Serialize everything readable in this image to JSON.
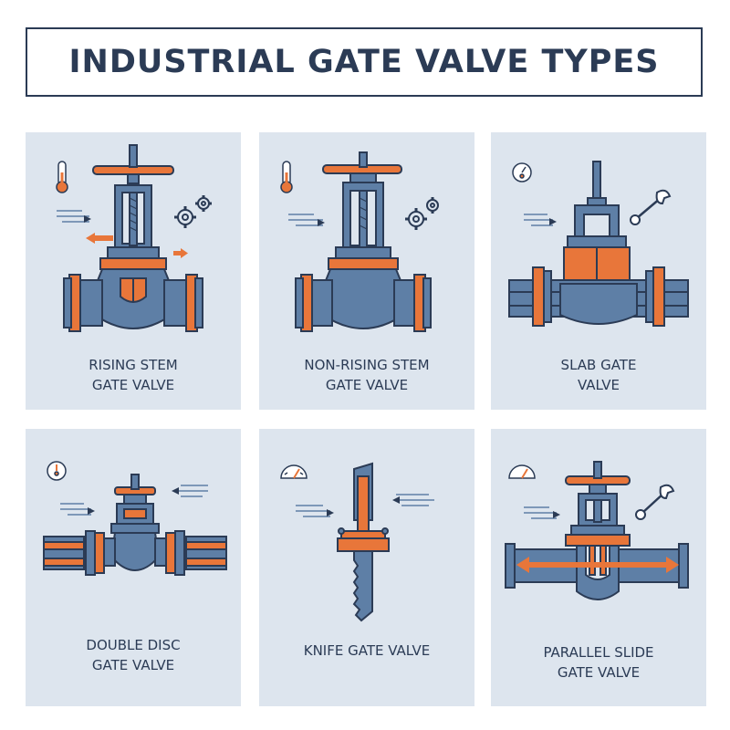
{
  "title": "INDUSTRIAL GATE VALVE TYPES",
  "colors": {
    "panel_bg": "#dde5ee",
    "body_blue": "#5e7fa6",
    "accent_orange": "#e8763a",
    "outline": "#2b3b55"
  },
  "panels": [
    {
      "line1": "RISING STEM",
      "line2": "GATE VALVE",
      "icons": [
        "thermometer-icon",
        "gears-icon",
        "flow-arrow-icon"
      ]
    },
    {
      "line1": "NON-RISING STEM",
      "line2": "GATE VALVE",
      "icons": [
        "thermometer-icon",
        "gears-icon"
      ]
    },
    {
      "line1": "SLAB GATE",
      "line2": "VALVE",
      "icons": [
        "pressure-gauge-icon",
        "wrench-icon"
      ]
    },
    {
      "line1": "DOUBLE DISC",
      "line2": "GATE VALVE",
      "icons": [
        "pressure-gauge-icon"
      ]
    },
    {
      "line1": "KNIFE GATE VALVE",
      "line2": "",
      "icons": [
        "gauge-icon"
      ]
    },
    {
      "line1": "PARALLEL SLIDE",
      "line2": "GATE VALVE",
      "icons": [
        "gauge-icon",
        "wrench-icon"
      ]
    }
  ]
}
